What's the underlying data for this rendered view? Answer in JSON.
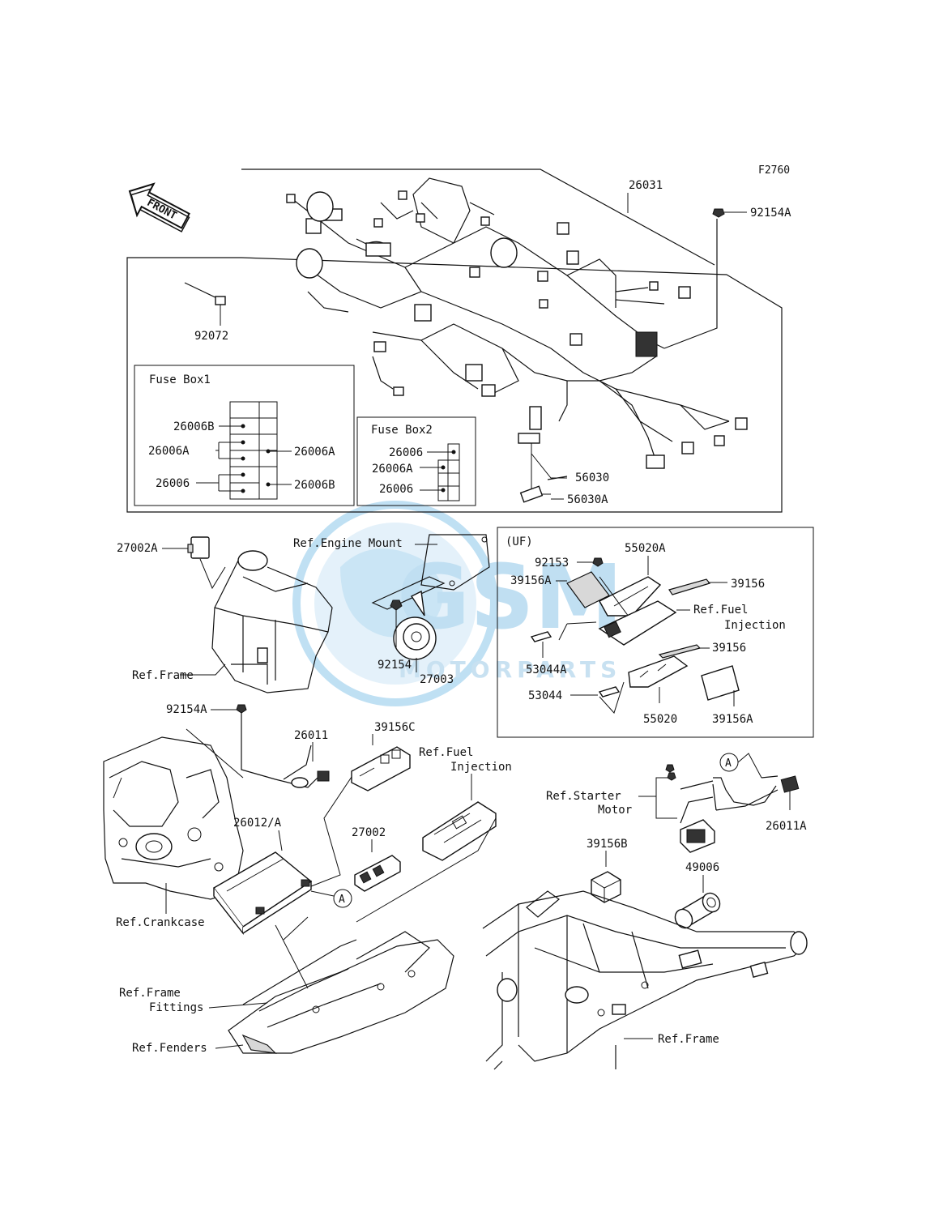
{
  "diagram_code": "F2760",
  "front_arrow": "FRONT",
  "boxes": {
    "fuse_box1": "Fuse Box1",
    "fuse_box2": "Fuse Box2",
    "uf": "(UF)"
  },
  "watermark": {
    "logo_text": "GSM",
    "sub_text": "MOTORPARTS",
    "color": "#4aa3d9"
  },
  "parts": {
    "p26031": "26031",
    "p92154A_top": "92154A",
    "p92072": "92072",
    "fb1_26006B_top": "26006B",
    "fb1_26006A_left": "26006A",
    "fb1_26006A_right": "26006A",
    "fb1_26006_left": "26006",
    "fb1_26006B_right": "26006B",
    "fb2_26006_top": "26006",
    "fb2_26006A": "26006A",
    "fb2_26006_bottom": "26006",
    "p56030": "56030",
    "p56030A": "56030A",
    "p27002A": "27002A",
    "ref_engine_mount": "Ref.Engine Mount",
    "p92154": "92154",
    "p27003": "27003",
    "ref_frame_upper": "Ref.Frame",
    "p92153": "92153",
    "p55020A": "55020A",
    "p39156A_upper": "39156A",
    "p39156_upper": "39156",
    "ref_fuel_injection_uf_1": "Ref.Fuel",
    "ref_fuel_injection_uf_2": "Injection",
    "p53044A": "53044A",
    "p39156_lower": "39156",
    "p53044": "53044",
    "p55020": "55020",
    "p39156A_lower": "39156A",
    "p92154A_mid": "92154A",
    "p26011": "26011",
    "p39156C": "39156C",
    "ref_fuel_injection_mid_1": "Ref.Fuel",
    "ref_fuel_injection_mid_2": "Injection",
    "ref_starter_motor_1": "Ref.Starter",
    "ref_starter_motor_2": "Motor",
    "p26011A": "26011A",
    "circle_a_right": "A",
    "p27002": "27002",
    "p26012A": "26012/A",
    "circle_a_left": "A",
    "p39156B": "39156B",
    "p49006": "49006",
    "ref_crankcase": "Ref.Crankcase",
    "ref_frame_fittings_1": "Ref.Frame",
    "ref_frame_fittings_2": "Fittings",
    "ref_fenders": "Ref.Fenders",
    "ref_frame_lower": "Ref.Frame"
  }
}
